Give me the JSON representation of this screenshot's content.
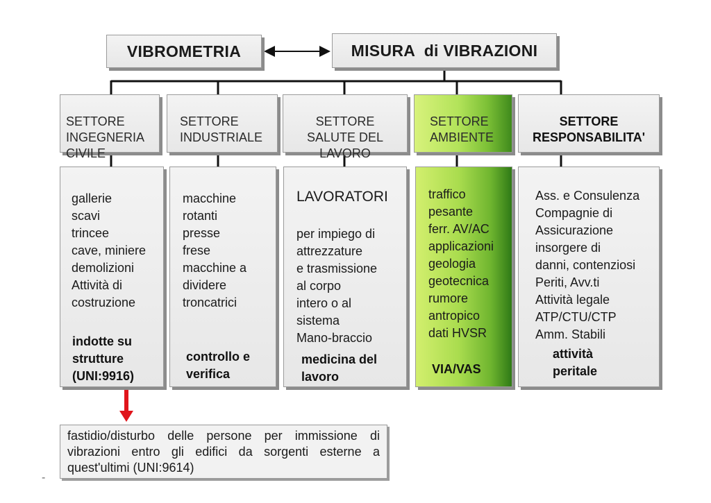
{
  "header": {
    "left_title": "VIBROMETRIA",
    "right_title": "MISURA  di VIBRAZIONI"
  },
  "sectors": [
    {
      "name": "SETTORE\nINGEGNERIA\nCIVILE",
      "items": "gallerie\nscavi\ntrincee\ncave, miniere\ndemolizioni\nAttività di\ncostruzione",
      "conclusion": "indotte su\nstrutture\n(UNI:9916)"
    },
    {
      "name": "SETTORE\nINDUSTRIALE",
      "items": "macchine\nrotanti\npresse\nfrese\nmacchine a\ndividere\ntroncatrici",
      "conclusion": "controllo e\nverifica"
    },
    {
      "name": "SETTORE\nSALUTE DEL\nLAVORO",
      "items_heading": "LAVORATORI",
      "items": "per impiego di\nattrezzature\ne trasmissione\nal corpo\nintero o al\nsistema\nMano-braccio",
      "conclusion": "medicina del\nlavoro"
    },
    {
      "name": "SETTORE\nAMBIENTE",
      "items": "traffico\npesante\nferr. AV/AC\napplicazioni\ngeologia\ngeotecnica\nrumore\nantropico\ndati HVSR",
      "conclusion": "VIA/VAS"
    },
    {
      "name": "SETTORE\nRESPONSABILITA'",
      "items": "Ass. e Consulenza\nCompagnie di\nAssicurazione\ninsorgere di\ndanni, contenziosi\nPeriti, Avv.ti\nAttività legale\nATP/CTU/CTP\nAmm. Stabili",
      "conclusion": "attività\nperitale"
    }
  ],
  "footer": {
    "note": "fastidio/disturbo delle persone per immissione di vibrazioni entro gli edifici da sorgenti esterne a quest'ultimi (UNI:9614)",
    "mark": "-"
  },
  "colors": {
    "arrow": "#e0141b",
    "connector": "#111111",
    "accent_green": "#8fd040"
  }
}
